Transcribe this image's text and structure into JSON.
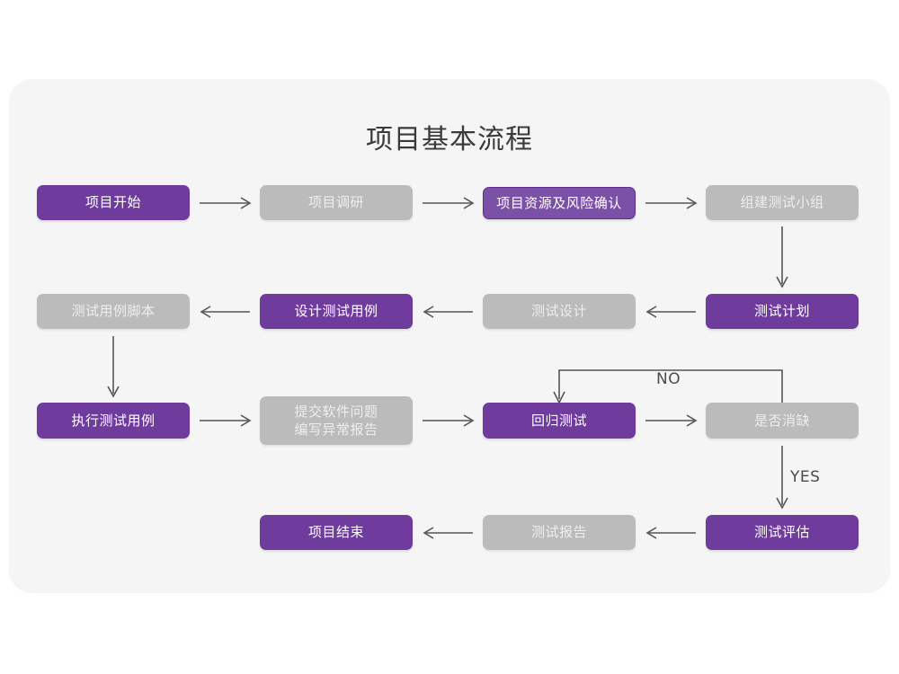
{
  "chart_data": {
    "type": "diagram",
    "title": "项目基本流程",
    "diagram_kind": "flowchart",
    "colors": {
      "panel_background": "#f5f5f5",
      "page_background": "#ffffff",
      "active_purple": "#6f3c9e",
      "outline_purple": "#7b51a8",
      "inactive_gray": "#bbbbbb",
      "arrow_gray": "#555555",
      "title_text": "#3a3a3a"
    },
    "nodes": [
      {
        "id": "n1",
        "label": "项目开始",
        "style": "purple",
        "row": 1,
        "col": 1
      },
      {
        "id": "n2",
        "label": "项目调研",
        "style": "gray",
        "row": 1,
        "col": 2
      },
      {
        "id": "n3",
        "label": "项目资源及风险确认",
        "style": "purple-outline",
        "row": 1,
        "col": 3
      },
      {
        "id": "n4",
        "label": "组建测试小组",
        "style": "gray",
        "row": 1,
        "col": 4
      },
      {
        "id": "n5",
        "label": "测试计划",
        "style": "purple",
        "row": 2,
        "col": 4
      },
      {
        "id": "n6",
        "label": "测试设计",
        "style": "gray",
        "row": 2,
        "col": 3
      },
      {
        "id": "n7",
        "label": "设计测试用例",
        "style": "purple",
        "row": 2,
        "col": 2
      },
      {
        "id": "n8",
        "label": "测试用例脚本",
        "style": "gray",
        "row": 2,
        "col": 1
      },
      {
        "id": "n9",
        "label": "执行测试用例",
        "style": "purple",
        "row": 3,
        "col": 1
      },
      {
        "id": "n10",
        "label": "提交软件问题\n编写异常报告",
        "style": "gray",
        "row": 3,
        "col": 2
      },
      {
        "id": "n11",
        "label": "回归测试",
        "style": "purple",
        "row": 3,
        "col": 3
      },
      {
        "id": "n12",
        "label": "是否消缺",
        "style": "gray",
        "row": 3,
        "col": 4
      },
      {
        "id": "n13",
        "label": "测试评估",
        "style": "purple",
        "row": 4,
        "col": 4
      },
      {
        "id": "n14",
        "label": "测试报告",
        "style": "gray",
        "row": 4,
        "col": 3
      },
      {
        "id": "n15",
        "label": "项目结束",
        "style": "purple",
        "row": 4,
        "col": 2
      }
    ],
    "edges": [
      {
        "from": "n1",
        "to": "n2",
        "label": "",
        "direction": "right"
      },
      {
        "from": "n2",
        "to": "n3",
        "label": "",
        "direction": "right"
      },
      {
        "from": "n3",
        "to": "n4",
        "label": "",
        "direction": "right"
      },
      {
        "from": "n4",
        "to": "n5",
        "label": "",
        "direction": "down"
      },
      {
        "from": "n5",
        "to": "n6",
        "label": "",
        "direction": "left"
      },
      {
        "from": "n6",
        "to": "n7",
        "label": "",
        "direction": "left"
      },
      {
        "from": "n7",
        "to": "n8",
        "label": "",
        "direction": "left"
      },
      {
        "from": "n8",
        "to": "n9",
        "label": "",
        "direction": "down"
      },
      {
        "from": "n9",
        "to": "n10",
        "label": "",
        "direction": "right"
      },
      {
        "from": "n10",
        "to": "n11",
        "label": "",
        "direction": "right"
      },
      {
        "from": "n11",
        "to": "n12",
        "label": "",
        "direction": "right"
      },
      {
        "from": "n12",
        "to": "n11",
        "label": "NO",
        "direction": "loop-up-left"
      },
      {
        "from": "n12",
        "to": "n13",
        "label": "YES",
        "direction": "down"
      },
      {
        "from": "n13",
        "to": "n14",
        "label": "",
        "direction": "left"
      },
      {
        "from": "n14",
        "to": "n15",
        "label": "",
        "direction": "left"
      }
    ],
    "edge_labels": {
      "no": "NO",
      "yes": "YES"
    }
  }
}
